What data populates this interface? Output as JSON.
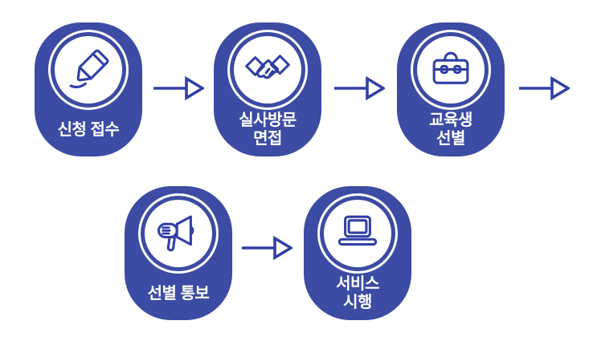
{
  "diagram": {
    "kind": "process-flow",
    "language": "ko",
    "colors": {
      "background": "#FFFFFF",
      "pill": "#3C4BA3",
      "icon_stroke": "#3140A5",
      "arrow": "#3140A5",
      "label_text": "#FFFFFF"
    },
    "steps": [
      {
        "order": 1,
        "label": "신청 접수",
        "lines": [
          "신청 접수"
        ],
        "icon": "pencil-icon"
      },
      {
        "order": 2,
        "label": "실사방문 면접",
        "lines": [
          "실사방문",
          "면접"
        ],
        "icon": "handshake-icon"
      },
      {
        "order": 3,
        "label": "교육생 선별",
        "lines": [
          "교육생",
          "선별"
        ],
        "icon": "briefcase-icon"
      },
      {
        "order": 4,
        "label": "선별 통보",
        "lines": [
          "선별 통보"
        ],
        "icon": "megaphone-icon"
      },
      {
        "order": 5,
        "label": "서비스 시행",
        "lines": [
          "서비스",
          "시행"
        ],
        "icon": "laptop-icon"
      }
    ],
    "arrow_count": 4,
    "rows": [
      [
        1,
        2,
        3
      ],
      [
        4,
        5
      ]
    ]
  }
}
